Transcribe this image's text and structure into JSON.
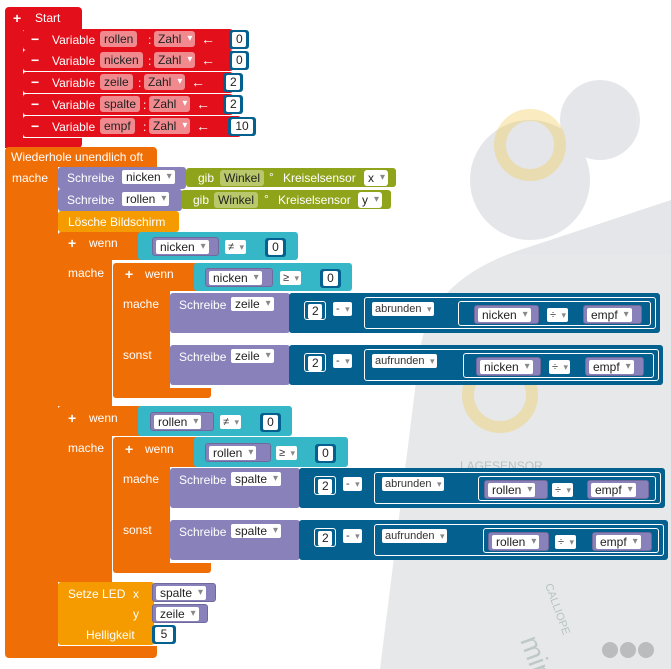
{
  "start": {
    "title": "Start",
    "vars": [
      {
        "kw": "Variable",
        "name": "rollen",
        "type": "Zahl",
        "value": "0"
      },
      {
        "kw": "Variable",
        "name": "nicken",
        "type": "Zahl",
        "value": "0"
      },
      {
        "kw": "Variable",
        "name": "zeile",
        "type": "Zahl",
        "value": "2"
      },
      {
        "kw": "Variable",
        "name": "spalte",
        "type": "Zahl",
        "value": "2"
      },
      {
        "kw": "Variable",
        "name": "empf",
        "type": "Zahl",
        "value": "10"
      }
    ]
  },
  "loop": {
    "title": "Wiederhole unendlich oft",
    "mache": "mache",
    "write1": {
      "label": "Schreibe",
      "var": "nicken",
      "gib": "gib",
      "mode": "Winkel",
      "deg": "°",
      "sensor": "Kreiselsensor",
      "axis": "x"
    },
    "write2": {
      "label": "Schreibe",
      "var": "rollen",
      "gib": "gib",
      "mode": "Winkel",
      "deg": "°",
      "sensor": "Kreiselsensor",
      "axis": "y"
    },
    "clear": "Lösche Bildschirm",
    "if1": {
      "wenn": "wenn",
      "var": "nicken",
      "op": "≠",
      "num": "0",
      "mache": "mache",
      "inner": {
        "wenn": "wenn",
        "var": "nicken",
        "op": "≥",
        "num": "0",
        "mache": "mache",
        "sonst": "sonst",
        "a": {
          "label": "Schreibe",
          "var": "zeile",
          "num": "2",
          "minus": "-",
          "func": "abrunden",
          "x": "nicken",
          "div": "÷",
          "y": "empf"
        },
        "b": {
          "label": "Schreibe",
          "var": "zeile",
          "num": "2",
          "minus": "-",
          "func": "aufrunden",
          "x": "nicken",
          "div": "÷",
          "y": "empf"
        }
      }
    },
    "if2": {
      "wenn": "wenn",
      "var": "rollen",
      "op": "≠",
      "num": "0",
      "mache": "mache",
      "inner": {
        "wenn": "wenn",
        "var": "rollen",
        "op": "≥",
        "num": "0",
        "mache": "mache",
        "sonst": "sonst",
        "a": {
          "label": "Schreibe",
          "var": "spalte",
          "num": "2",
          "minus": "-",
          "func": "abrunden",
          "x": "rollen",
          "div": "÷",
          "y": "empf"
        },
        "b": {
          "label": "Schreibe",
          "var": "spalte",
          "num": "2",
          "minus": "-",
          "func": "aufrunden",
          "x": "rollen",
          "div": "÷",
          "y": "empf"
        }
      }
    },
    "led": {
      "label": "Setze LED",
      "x": "x",
      "y": "y",
      "hell": "Helligkeit",
      "xv": "spalte",
      "yv": "zeile",
      "hv": "5"
    }
  },
  "colors": {
    "red": "#e3101c",
    "orange": "#f06e06",
    "lightorange": "#f59b00",
    "purple": "#8981b9",
    "blue": "#04608e",
    "teal": "#36b7c7",
    "green": "#8fa41a"
  },
  "board": {
    "text1": "LAGESENSOR",
    "text2": "CALLIOPE",
    "text3": "mini"
  }
}
